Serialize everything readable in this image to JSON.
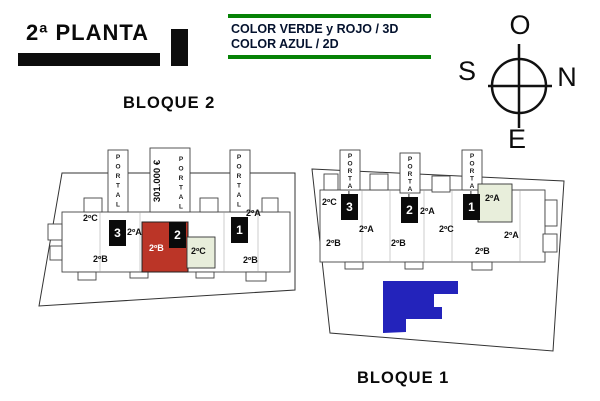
{
  "title": {
    "text": "2ª PLANTA"
  },
  "legend": {
    "line1": "COLOR VERDE y ROJO / 3D",
    "line2": "COLOR AZUL / 2D"
  },
  "compass": {
    "top": "O",
    "right": "N",
    "left": "S",
    "bottom": "E"
  },
  "bloque2": {
    "label": "BLOQUE 2",
    "price": "301.000 €",
    "portal_word": "PORTAL",
    "portal_numbers": [
      "3",
      "2",
      "1"
    ],
    "units": [
      {
        "label": "2ºC"
      },
      {
        "label": "2ºA"
      },
      {
        "label": "2ºB"
      },
      {
        "label": "2ºB",
        "highlight": "red-3d"
      },
      {
        "label": "2ºC",
        "highlight": "green-3d"
      },
      {
        "label": "2ºA"
      },
      {
        "label": "2ºB"
      }
    ]
  },
  "bloque1": {
    "label": "BLOQUE 1",
    "portal_word": "PORTAL",
    "portal_numbers": [
      "3",
      "2",
      "1"
    ],
    "units": [
      {
        "label": "2ºC"
      },
      {
        "label": "2ºA"
      },
      {
        "label": "2ºB"
      },
      {
        "label": "2ºB"
      },
      {
        "label": "2ºA"
      },
      {
        "label": "2ºC"
      },
      {
        "label": "2ºA",
        "highlight": "green-3d"
      },
      {
        "label": "2ºB"
      },
      {
        "label": "2ºA"
      }
    ]
  },
  "colors": {
    "legend_green": "#068206",
    "unit_red_3d": "#bb3527",
    "unit_green_3d": "#e8eedb",
    "shape_blue_2d": "#2323bb",
    "portal_square_black": "#0a0a0a"
  }
}
